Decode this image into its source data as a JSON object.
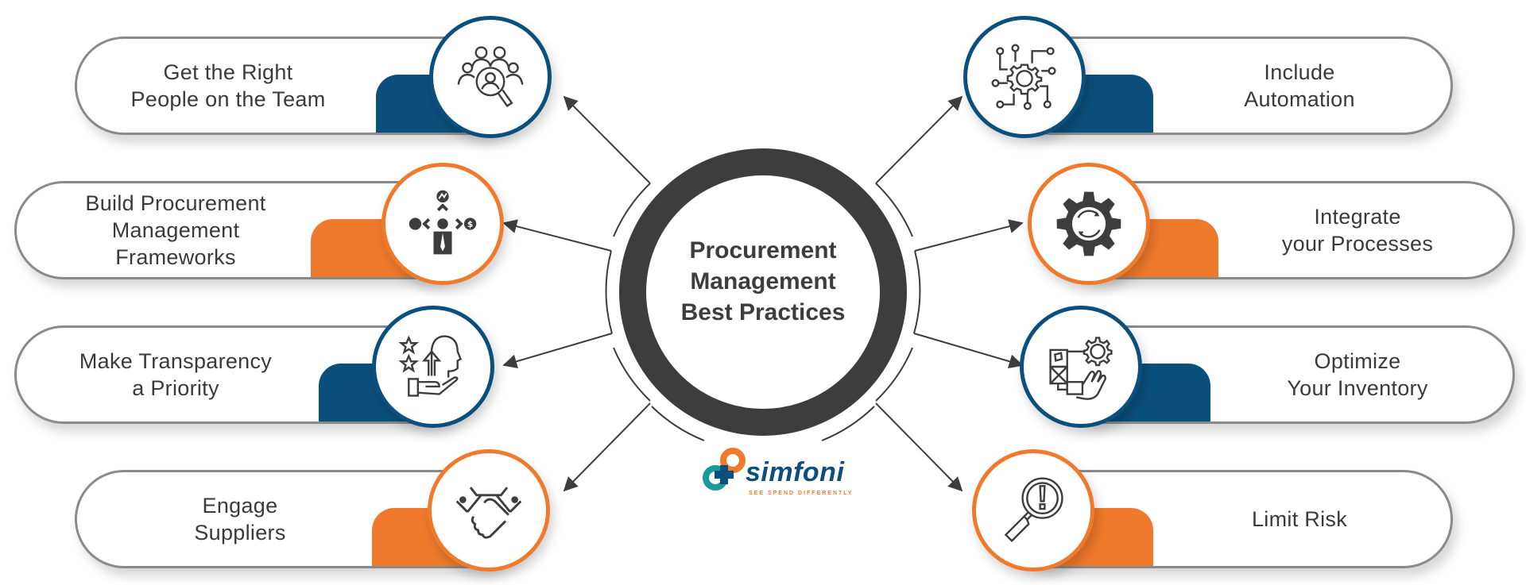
{
  "title": {
    "lines": [
      "Procurement",
      "Management",
      "Best Practices"
    ]
  },
  "colors": {
    "blue": "#0b4f7c",
    "orange": "#f07a2c",
    "ring": "#3d3d3d",
    "card_border": "#8a8a8a",
    "text": "#3a3a3a"
  },
  "items": [
    {
      "side": "left",
      "lines": [
        "Get the Right",
        "People on the Team"
      ],
      "accent": "blue",
      "icon": "team-search-icon"
    },
    {
      "side": "left",
      "lines": [
        "Build Procurement",
        "Management",
        "Frameworks"
      ],
      "accent": "orange",
      "icon": "business-framework-icon"
    },
    {
      "side": "left",
      "lines": [
        "Make Transparency",
        "a Priority"
      ],
      "accent": "blue",
      "icon": "transparency-head-icon"
    },
    {
      "side": "left",
      "lines": [
        "Engage",
        "Suppliers"
      ],
      "accent": "orange",
      "icon": "handshake-icon"
    },
    {
      "side": "right",
      "lines": [
        "Include",
        "Automation"
      ],
      "accent": "blue",
      "icon": "automation-circuit-gear-icon"
    },
    {
      "side": "right",
      "lines": [
        "Integrate",
        "your Processes"
      ],
      "accent": "orange",
      "icon": "gear-cycle-icon"
    },
    {
      "side": "right",
      "lines": [
        "Optimize",
        "Your Inventory"
      ],
      "accent": "blue",
      "icon": "inventory-hand-gear-icon"
    },
    {
      "side": "right",
      "lines": [
        "Limit Risk"
      ],
      "accent": "orange",
      "icon": "magnifier-alert-icon"
    }
  ],
  "logo": {
    "name": "simfoni",
    "tagline": "SEE SPEND DIFFERENTLY"
  }
}
